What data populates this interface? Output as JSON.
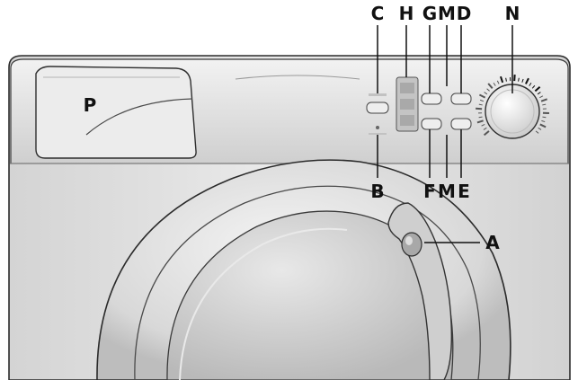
{
  "labels": {
    "p": "P",
    "c": "C",
    "h": "H",
    "g": "G",
    "m_top": "M",
    "d": "D",
    "n": "N",
    "b": "B",
    "f": "F",
    "m_bottom": "M",
    "e": "E",
    "a": "A"
  },
  "colors": {
    "body": "#e3e3e3",
    "panel": "#d9d9d9",
    "outline": "#2b2b2b",
    "label": "#111111"
  }
}
